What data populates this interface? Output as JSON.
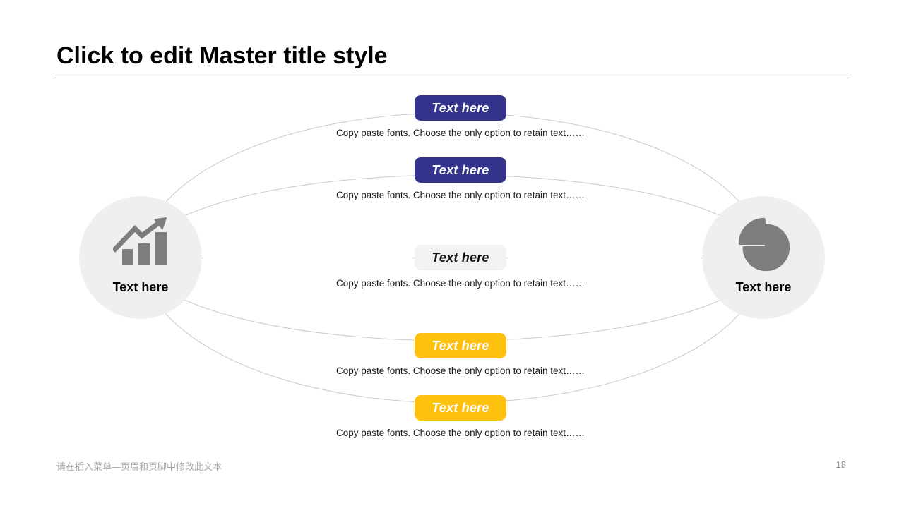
{
  "slide": {
    "title": "Click to edit Master title style",
    "footer_note": "请在插入菜单—页眉和页脚中修改此文本",
    "page_number": "18"
  },
  "orbit": {
    "left_node": {
      "label": "Text here",
      "icon": "bar-chart-growth-icon"
    },
    "right_node": {
      "label": "Text here",
      "icon": "pie-chart-icon"
    }
  },
  "items": [
    {
      "label": "Text here",
      "caption": "Copy paste fonts. Choose the only option to retain text……",
      "bg": "#33338B",
      "fg": "#FFFFFF"
    },
    {
      "label": "Text here",
      "caption": "Copy paste fonts. Choose the only option to retain text……",
      "bg": "#33338B",
      "fg": "#FFFFFF"
    },
    {
      "label": "Text here",
      "caption": "Copy paste fonts. Choose the only option to retain text……",
      "bg": "#F2F2F2",
      "fg": "#141414"
    },
    {
      "label": "Text here",
      "caption": "Copy paste fonts. Choose the only option to retain text……",
      "bg": "#FFC110",
      "fg": "#FFFFFF"
    },
    {
      "label": "Text here",
      "caption": "Copy paste fonts. Choose the only option to retain text……",
      "bg": "#FFC110",
      "fg": "#FFFFFF"
    }
  ],
  "colors": {
    "navy_badge": "#33338B",
    "yellow_badge": "#FFC110",
    "gray_badge": "#F2F2F2",
    "node_circle_fill": "#F0EFEE",
    "icon_gray": "#7D7D7D",
    "orbit_stroke": "#C9C9C9",
    "title_rule": "#9A9A9A"
  }
}
